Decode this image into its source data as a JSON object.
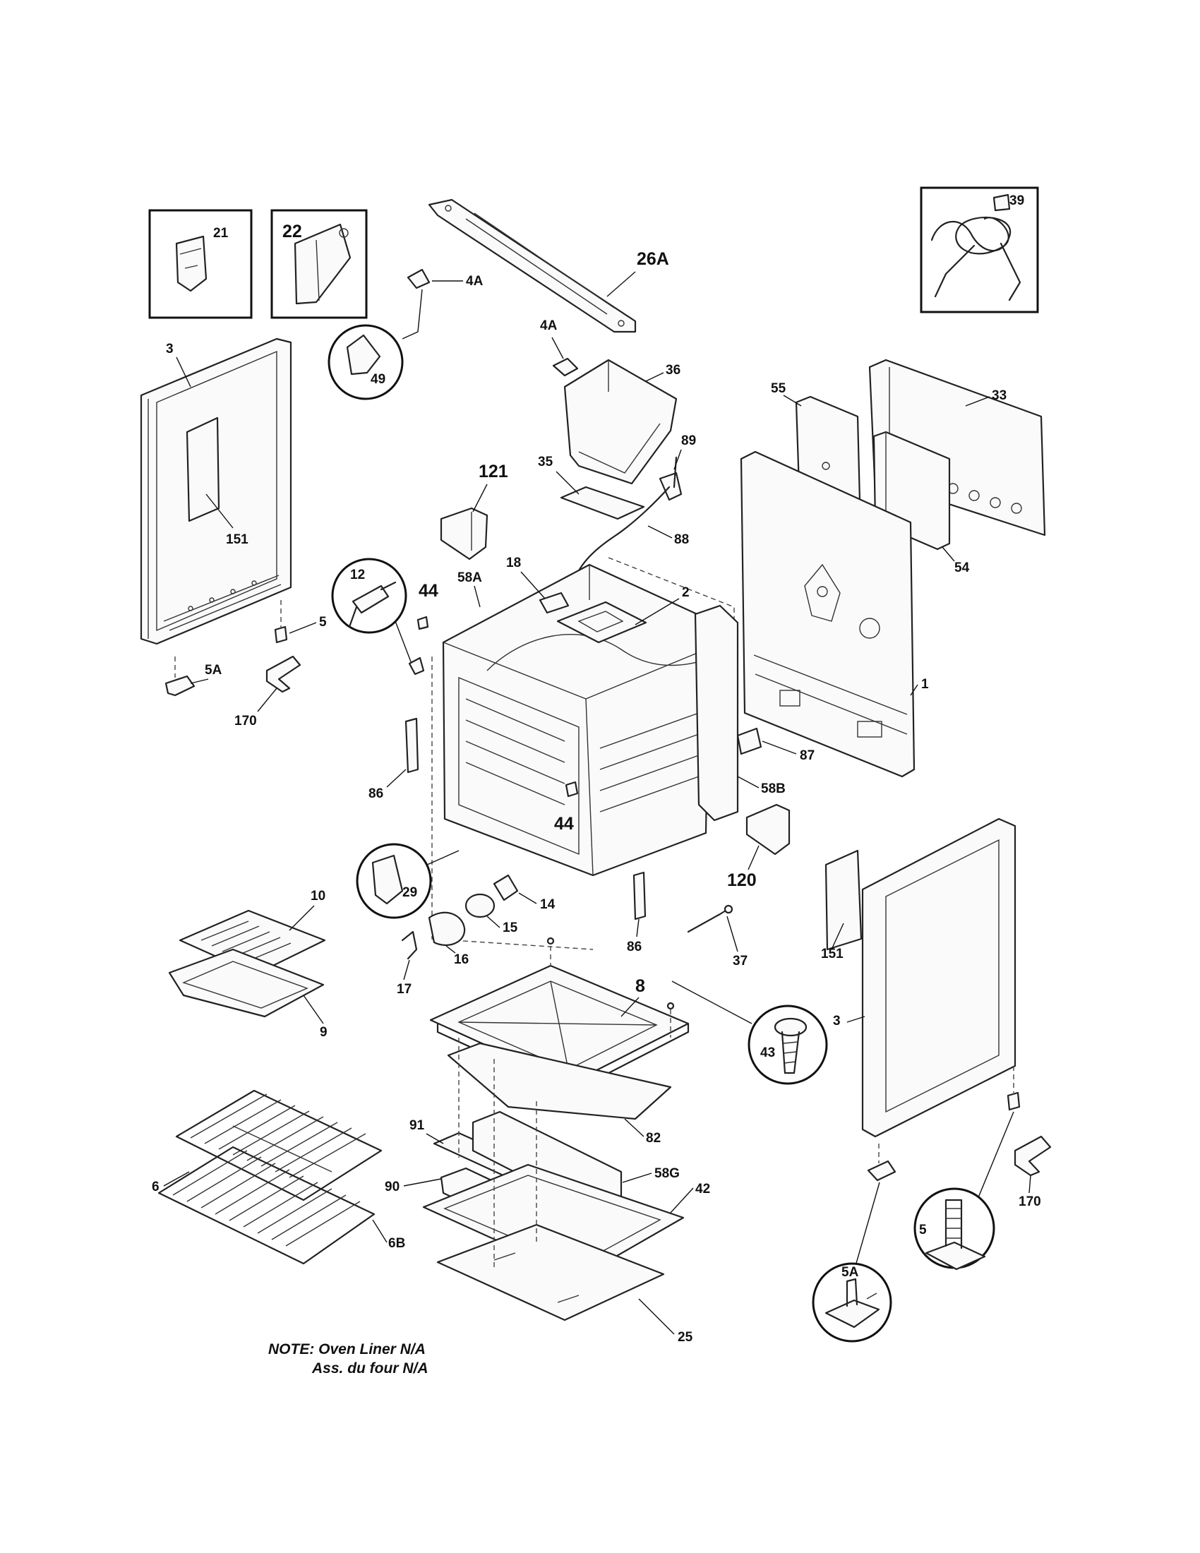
{
  "callouts": {
    "c21": "21",
    "c22": "22",
    "c26A": "26A",
    "c4A_top": "4A",
    "c4A_mid": "4A",
    "c39": "39",
    "c49": "49",
    "c3_left": "3",
    "c36": "36",
    "c55": "55",
    "c33": "33",
    "c89": "89",
    "c35": "35",
    "c121": "121",
    "c88": "88",
    "c151_left": "151",
    "c54": "54",
    "c18": "18",
    "c12": "12",
    "c44_top": "44",
    "c58A": "58A",
    "c2": "2",
    "c5_left": "5",
    "c5A_left": "5A",
    "c170_left": "170",
    "c1": "1",
    "c87": "87",
    "c86_left": "86",
    "c58B": "58B",
    "c44_mid": "44",
    "c120": "120",
    "c29": "29",
    "c10": "10",
    "c14": "14",
    "c15": "15",
    "c16": "16",
    "c86_right": "86",
    "c37": "37",
    "c151_right": "151",
    "c17": "17",
    "c8": "8",
    "c9": "9",
    "c3_right": "3",
    "c43": "43",
    "c82": "82",
    "c91": "91",
    "c6": "6",
    "c58G": "58G",
    "c90": "90",
    "c42": "42",
    "c170_right": "170",
    "c5_right": "5",
    "c6B": "6B",
    "c5A_right": "5A",
    "c25": "25"
  },
  "note": {
    "line1": "NOTE: Oven Liner N/A",
    "line2": "Ass. du four N/A"
  }
}
